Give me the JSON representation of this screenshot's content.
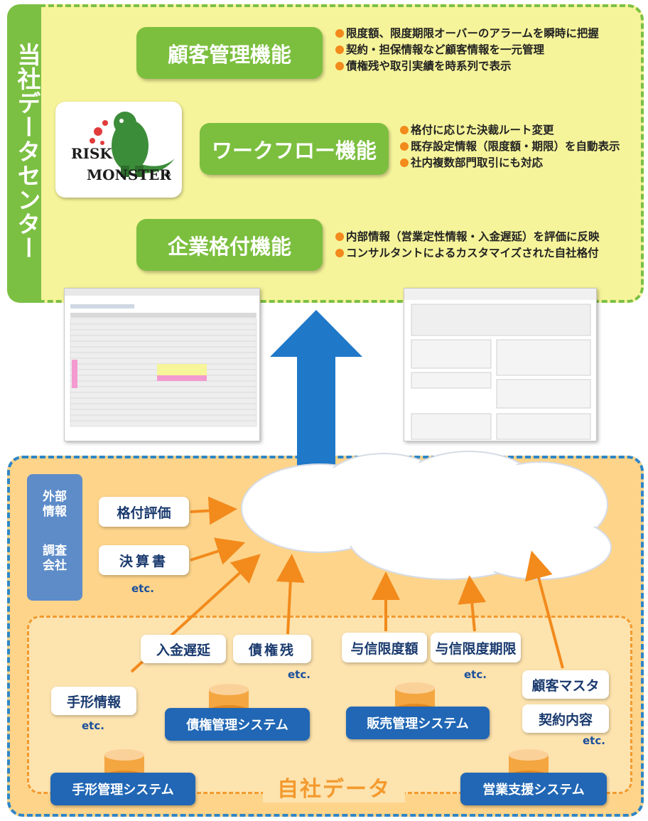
{
  "data_center": {
    "label": "当社データセンター",
    "logo": {
      "line1": "RISK",
      "line2": "MONSTER",
      "mark": "®"
    },
    "features": [
      {
        "label": "顧客管理機能",
        "bullets": [
          "限度額、限度期限オーバーのアラームを瞬時に把握",
          "契約・担保情報など顧客情報を一元管理",
          "債権残や取引実績を時系列で表示"
        ]
      },
      {
        "label": "ワークフロー機能",
        "bullets": [
          "格付に応じた決裁ルート変更",
          "既存設定情報（限度額・期限）を自動表示",
          "社内複数部門取引にも対応"
        ]
      },
      {
        "label": "企業格付機能",
        "bullets": [
          "内部情報（営業定性情報・入金遅延）を評価に反映",
          "コンサルタントによるカスタマイズされた自社格付"
        ]
      }
    ]
  },
  "external": {
    "box_label_1": "外部\n情報",
    "box_label_2": "調査\n会社",
    "items": [
      "格付評価",
      "決算書"
    ],
    "etc": "etc."
  },
  "own_data": {
    "title": "自社データ",
    "credit_items": [
      "入金遅延",
      "債権残"
    ],
    "sales_items": [
      "与信限度額",
      "与信限度期限"
    ],
    "note_item": "手形情報",
    "support_items": [
      "顧客マスタ",
      "契約内容"
    ],
    "etc": "etc.",
    "systems": {
      "credit": "債権管理システム",
      "sales": "販売管理システム",
      "note": "手形管理システム",
      "support": "営業支援システム"
    }
  },
  "colors": {
    "green": "#7cbf3f",
    "orange": "#f28a1c",
    "blue": "#2167b5",
    "arrow_blue": "#1f78c8"
  }
}
